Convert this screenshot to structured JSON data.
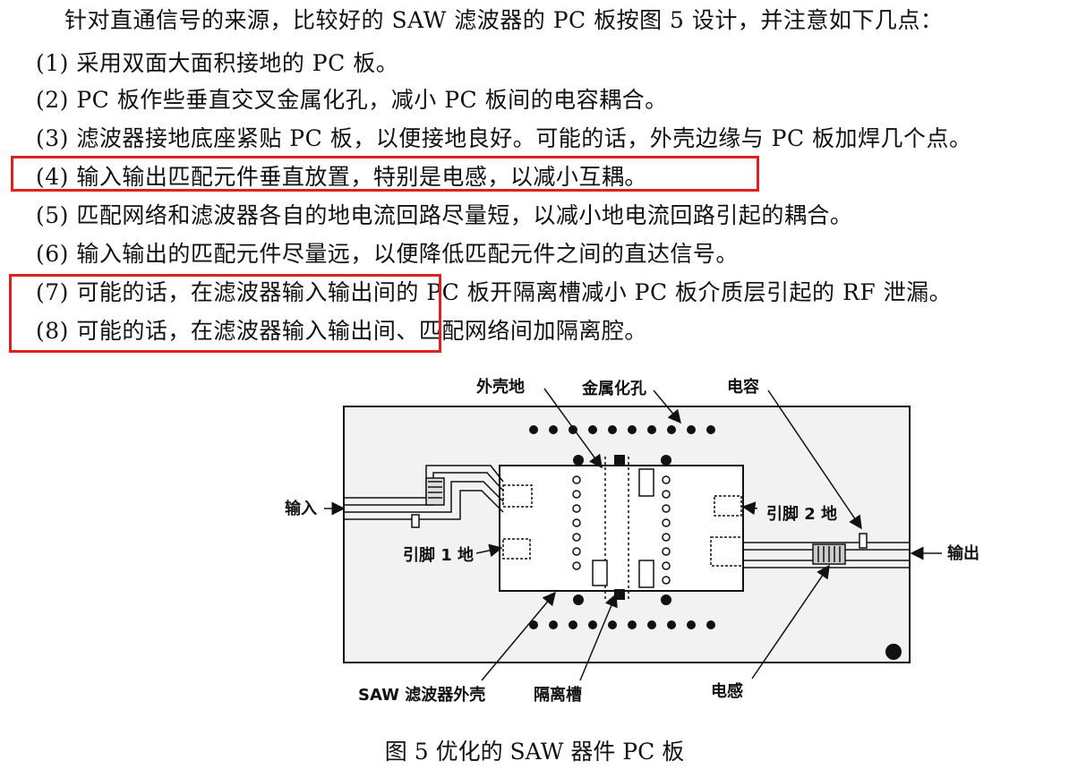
{
  "intro": "针对直通信号的来源，比较好的 SAW 滤波器的 PC 板按图 5 设计，并注意如下几点：",
  "points": [
    "(1)  采用双面大面积接地的 PC 板。",
    "(2) PC 板作些垂直交叉金属化孔，减小 PC 板间的电容耦合。",
    "(3)  滤波器接地底座紧贴 PC 板，以便接地良好。可能的话，外壳边缘与 PC 板加焊几个点。",
    "(4)  输入输出匹配元件垂直放置，特别是电感，以减小互耦。",
    "(5)  匹配网络和滤波器各自的地电流回路尽量短，以减小地电流回路引起的耦合。",
    "(6)  输入输出的匹配元件尽量远，以便降低匹配元件之间的直达信号。",
    "(7)  可能的话，在滤波器输入输出间的 PC 板开隔离槽减小 PC 板介质层引起的 RF 泄漏。",
    "(8)  可能的话，在滤波器输入输出间、匹配网络间加隔离腔。"
  ],
  "highlight_color": "#e0201c",
  "figure": {
    "labels": {
      "shell_ground": "外壳地",
      "metal_via": "金属化孔",
      "capacitor": "电容",
      "input": "输入",
      "pin1_ground": "引脚 1 地",
      "pin2_ground": "引脚 2 地",
      "output": "输出",
      "saw_shell": "SAW 滤波器外壳",
      "isolation_slot": "隔离槽",
      "inductor": "电感"
    }
  },
  "caption": "图 5  优化的 SAW 器件 PC 板"
}
